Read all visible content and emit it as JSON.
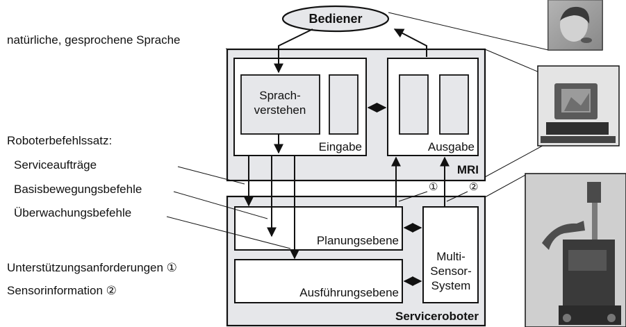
{
  "operator": "Bediener",
  "speech_label": "natürliche, gesprochene Sprache",
  "mri": {
    "title": "MRI",
    "input": {
      "label": "Eingabe",
      "speech_box": [
        "Sprach-",
        "verstehen"
      ]
    },
    "output": {
      "label": "Ausgabe"
    }
  },
  "robot": {
    "title": "Serviceroboter",
    "planning": "Planungsebene",
    "execution": "Ausführungsebene",
    "sensor_system": [
      "Multi-",
      "Sensor-",
      "System"
    ],
    "marker_1": "①",
    "marker_2": "②"
  },
  "left_labels": {
    "command_set": "Roboterbefehlssatz:",
    "service_jobs": "Serviceaufträge",
    "basic_motion": "Basisbewegungsbefehle",
    "monitoring": "Überwachungsbefehle",
    "support_requests": "Unterstützungsanforderungen ①",
    "sensor_info": "Sensorinformation ②"
  },
  "photos": [
    "operator-photo",
    "computer-monitor-photo",
    "service-robot-photo"
  ]
}
